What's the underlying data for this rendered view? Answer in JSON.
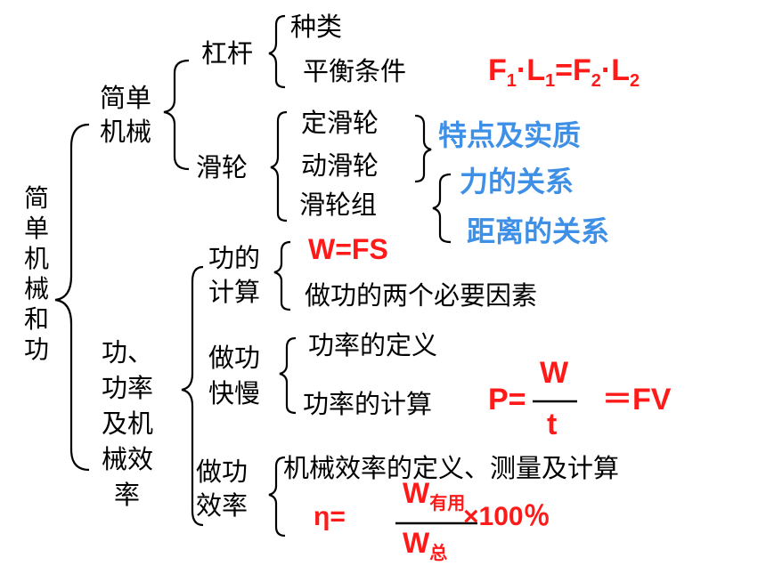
{
  "root": "简单机械和功",
  "simple_machine": {
    "label_line1": "简单",
    "label_line2": "机械",
    "lever": {
      "label": "杠杆",
      "items": [
        "种类",
        "平衡条件"
      ],
      "formula": {
        "f1": "F",
        "s1": "1",
        "dot1": "·L",
        "s2": "1",
        "eq": "=F",
        "s3": "2",
        "dot2": "·L",
        "s4": "2"
      }
    },
    "pulley": {
      "label": "滑轮",
      "items": [
        "定滑轮",
        "动滑轮",
        "滑轮组"
      ],
      "notes": [
        "特点及实质",
        "力的关系",
        "距离的关系"
      ]
    }
  },
  "work": {
    "label_lines": [
      "功、",
      "功率",
      "及机",
      "械效",
      "率"
    ],
    "calc": {
      "label_lines": [
        "功的",
        "计算"
      ],
      "formula": "W=FS",
      "item": "做功的两个必要因素"
    },
    "power": {
      "label_lines": [
        "做功",
        "快慢"
      ],
      "items": [
        "功率的定义",
        "功率的计算"
      ],
      "formula": {
        "lhs": "P=",
        "num": "W",
        "den": "t",
        "rhs": "＝FV"
      }
    },
    "efficiency": {
      "label_lines": [
        "做功",
        "效率"
      ],
      "item": "机械效率的定义、测量及计算",
      "formula": {
        "lhs": "η=",
        "num": "W",
        "num_sub": "有用",
        "den": "W",
        "den_sub": "总",
        "rhs": "×100％"
      }
    }
  }
}
